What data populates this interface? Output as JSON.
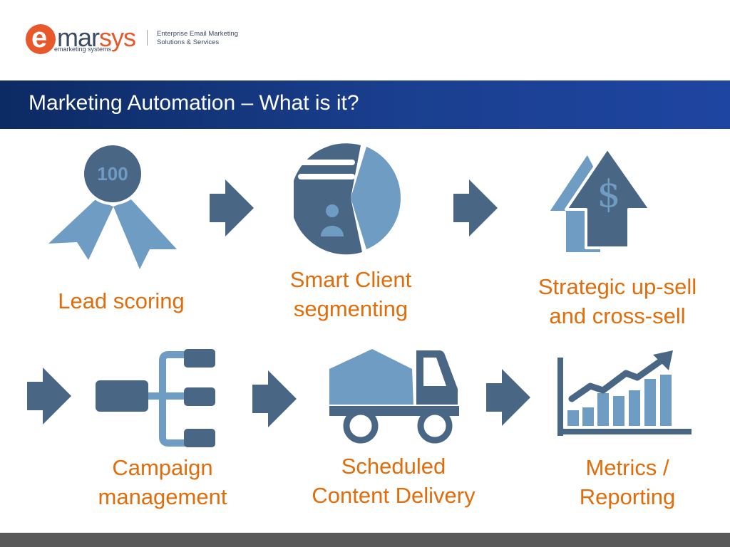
{
  "brand": {
    "logo_initial": "e",
    "logo_mar": "mar",
    "logo_sys": "sys",
    "logo_subtitle": "emarketing systems",
    "tagline_line1": "Enterprise Email Marketing",
    "tagline_line2": "Solutions & Services"
  },
  "header": {
    "title": "Marketing Automation – What is it?"
  },
  "icons": {
    "badge_value": "100",
    "dollar_symbol": "$"
  },
  "steps": [
    {
      "line1": "Lead scoring",
      "line2": ""
    },
    {
      "line1": "Smart Client",
      "line2": "segmenting"
    },
    {
      "line1": "Strategic up-sell",
      "line2": "and cross-sell"
    },
    {
      "line1": "Campaign",
      "line2": "management"
    },
    {
      "line1": "Scheduled",
      "line2": "Content Delivery"
    },
    {
      "line1": "Metrics /",
      "line2": "Reporting"
    }
  ],
  "colors": {
    "brand_orange": "#e8582a",
    "label_orange": "#e36c0a",
    "icon_dark": "#4a6685",
    "icon_light": "#6f9cc3",
    "banner_blue": "#1a3f8f",
    "footer_gray": "#595959"
  }
}
